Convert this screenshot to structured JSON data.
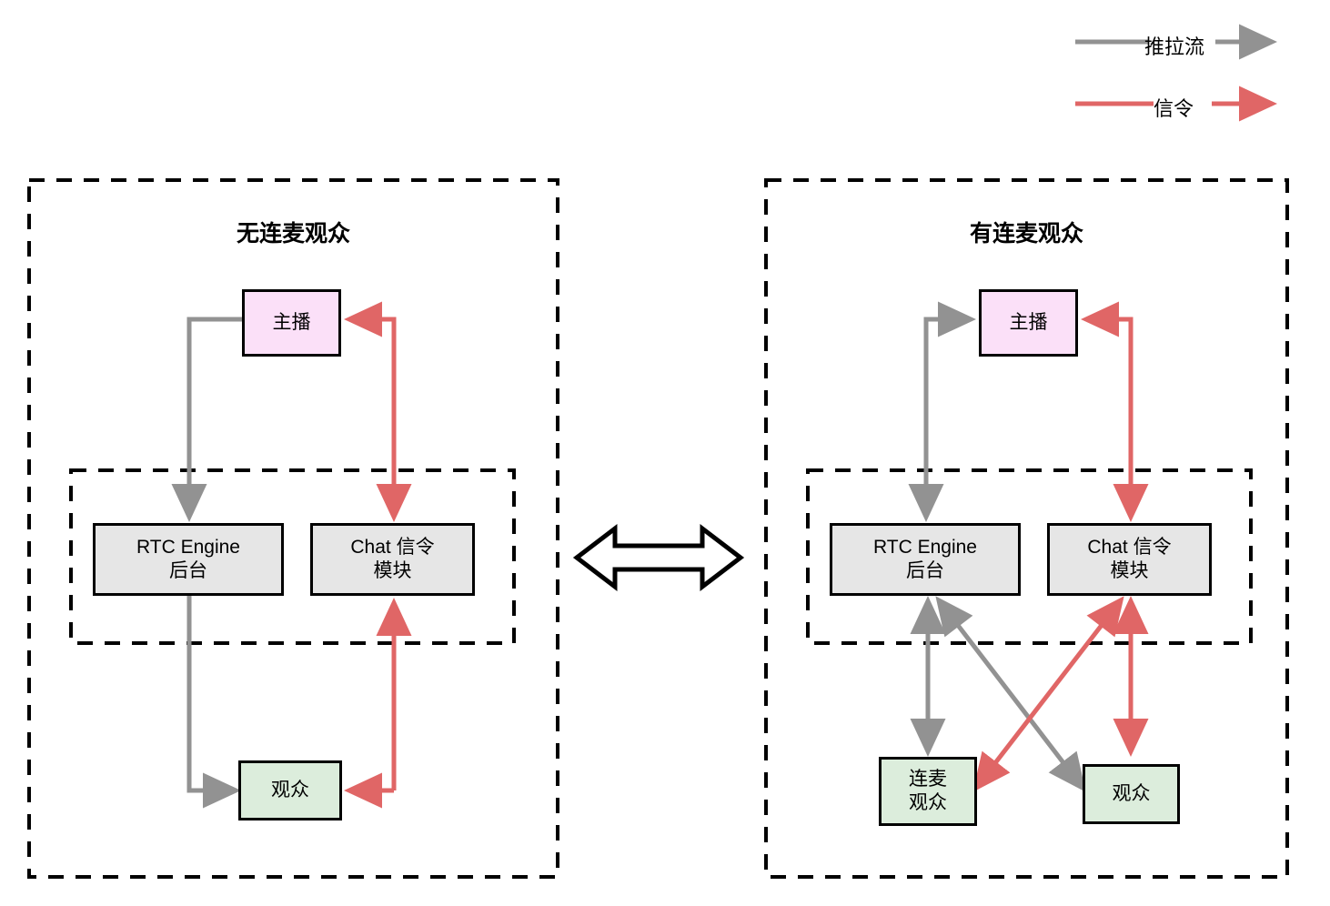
{
  "legend": {
    "items": [
      {
        "label": "推拉流",
        "color": "#929292",
        "icon": "arrow-right-icon"
      },
      {
        "label": "信令",
        "color": "#e06666",
        "icon": "arrow-right-icon"
      }
    ]
  },
  "colors": {
    "stream_gray": "#929292",
    "signal_red": "#e06666",
    "host_fill": "#fbe0f8",
    "service_fill": "#e6e6e6",
    "audience_fill": "#dceddc",
    "border": "#000000",
    "background": "#ffffff"
  },
  "panels": [
    {
      "id": "left",
      "title": "无连麦观众",
      "group_label": "",
      "nodes": [
        {
          "id": "host",
          "label": "主播",
          "type": "host"
        },
        {
          "id": "rtc",
          "label": "RTC Engine\n后台",
          "type": "service"
        },
        {
          "id": "chat",
          "label": "Chat 信令\n模块",
          "type": "service"
        },
        {
          "id": "viewer",
          "label": "观众",
          "type": "audience"
        }
      ],
      "edges": [
        {
          "from": "host",
          "to": "rtc",
          "kind": "推拉流",
          "direction": "one-way"
        },
        {
          "from": "rtc",
          "to": "viewer",
          "kind": "推拉流",
          "direction": "one-way"
        },
        {
          "from": "chat",
          "to": "host",
          "kind": "信令",
          "direction": "one-way"
        },
        {
          "from": "viewer",
          "to": "chat",
          "kind": "信令",
          "direction": "one-way"
        },
        {
          "from": "chat",
          "to": "viewer",
          "kind": "信令",
          "direction": "one-way"
        }
      ]
    },
    {
      "id": "right",
      "title": "有连麦观众",
      "group_label": "",
      "nodes": [
        {
          "id": "host",
          "label": "主播",
          "type": "host"
        },
        {
          "id": "rtc",
          "label": "RTC Engine\n后台",
          "type": "service"
        },
        {
          "id": "chat",
          "label": "Chat 信令\n模块",
          "type": "service"
        },
        {
          "id": "covieweer",
          "label": "连麦\n观众",
          "type": "audience"
        },
        {
          "id": "viewer",
          "label": "观众",
          "type": "audience"
        }
      ],
      "edges": [
        {
          "from": "host",
          "to": "rtc",
          "kind": "推拉流",
          "direction": "two-way"
        },
        {
          "from": "chat",
          "to": "host",
          "kind": "信令",
          "direction": "two-way"
        },
        {
          "from": "rtc",
          "to": "covieweer",
          "kind": "推拉流",
          "direction": "two-way"
        },
        {
          "from": "covieweer",
          "to": "viewer",
          "kind": "推拉流",
          "direction": "one-way"
        },
        {
          "from": "chat",
          "to": "viewer",
          "kind": "信令",
          "direction": "two-way"
        },
        {
          "from": "chat",
          "to": "covieweer",
          "kind": "信令",
          "direction": "two-way"
        }
      ]
    }
  ],
  "center_connector": {
    "icon": "double-headed-arrow-icon",
    "label": ""
  }
}
